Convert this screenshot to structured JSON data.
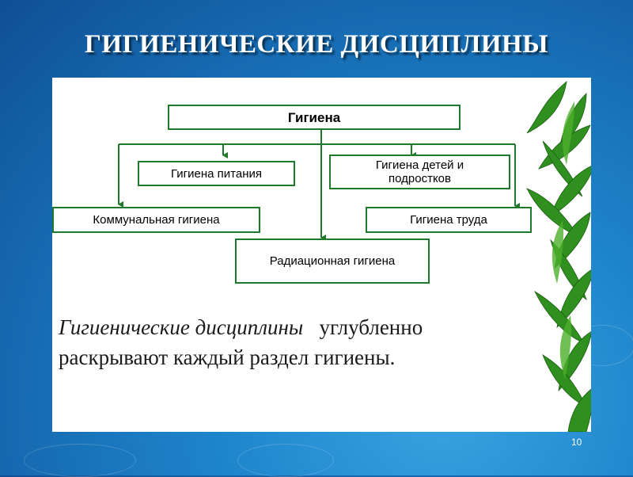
{
  "slide": {
    "title": "ГИГИЕНИЧЕСКИЕ ДИСЦИПЛИНЫ",
    "page_number": "10"
  },
  "diagram": {
    "root": "Гигиена",
    "nodes": {
      "nutrition": "Гигиена питания",
      "children": "Гигиена детей и подростков",
      "communal": "Коммунальная гигиена",
      "labor": "Гигиена труда",
      "radiation": "Радиационная гигиена"
    }
  },
  "body": {
    "line1_italic": "Гигиенические  дисциплины",
    "line1_rest": "   углубленно",
    "line2": "раскрывают  каждый раздел гигиены."
  },
  "colors": {
    "background": "#1f86cc",
    "box_border": "#1e7a2a",
    "connector": "#1e7a2a"
  }
}
